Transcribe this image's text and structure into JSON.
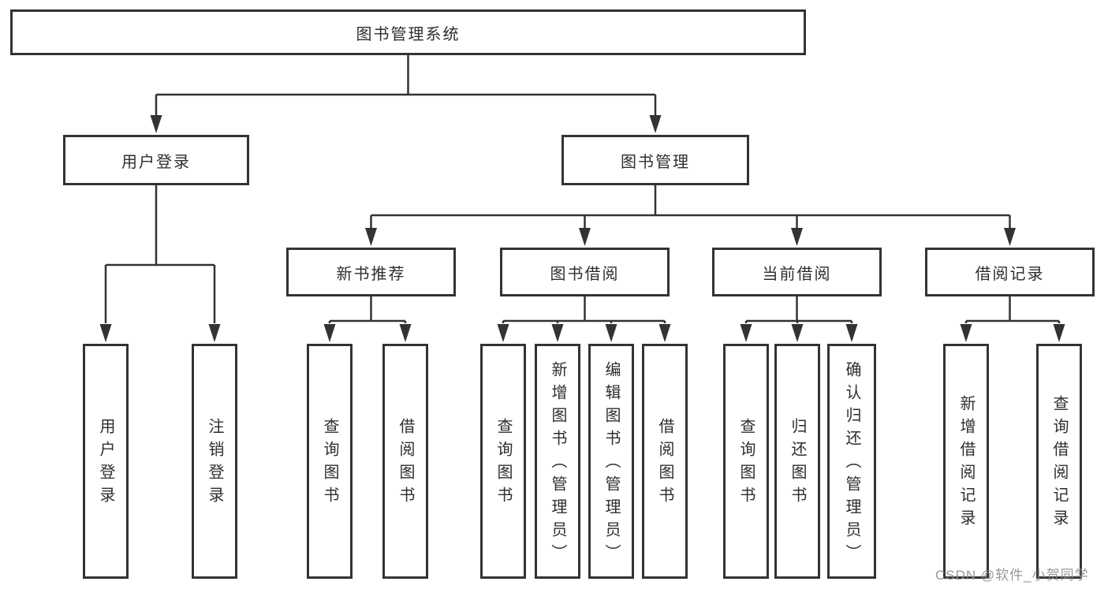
{
  "watermark": "CSDN @软件_小贺同学",
  "colors": {
    "line": "#333333",
    "box_border": "#333333",
    "text": "#2e2e2e",
    "watermark": "#8c8c8c",
    "background": "#ffffff"
  },
  "tree": {
    "label": "图书管理系统",
    "children": [
      {
        "label": "用户登录",
        "children": [
          {
            "label": "用户登录"
          },
          {
            "label": "注销登录"
          }
        ]
      },
      {
        "label": "图书管理",
        "children": [
          {
            "label": "新书推荐",
            "children": [
              {
                "label": "查询图书"
              },
              {
                "label": "借阅图书"
              }
            ]
          },
          {
            "label": "图书借阅",
            "children": [
              {
                "label": "查询图书"
              },
              {
                "label": "新增图书（管理员）"
              },
              {
                "label": "编辑图书（管理员）"
              },
              {
                "label": "借阅图书"
              }
            ]
          },
          {
            "label": "当前借阅",
            "children": [
              {
                "label": "查询图书"
              },
              {
                "label": "归还图书"
              },
              {
                "label": "确认归还（管理员）"
              }
            ]
          },
          {
            "label": "借阅记录",
            "children": [
              {
                "label": "新增借阅记录"
              },
              {
                "label": "查询借阅记录"
              }
            ]
          }
        ]
      }
    ]
  }
}
